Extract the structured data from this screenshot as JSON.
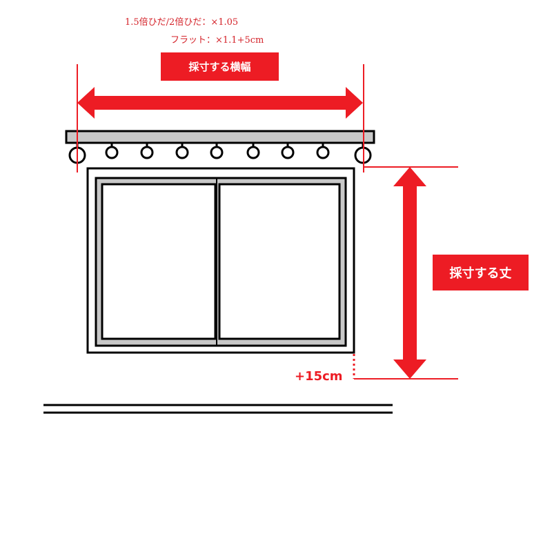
{
  "notes": {
    "fold_ratio": "1.5倍ひだ/2倍ひだ：×1.05",
    "flat_ratio": "フラット：×1.1+5cm"
  },
  "labels": {
    "width": "採寸する横幅",
    "height": "採寸する丈",
    "extra": "+15cm"
  },
  "colors": {
    "accent": "#ed1c24",
    "frame": "#000000",
    "frame_fill": "#c8c8c8"
  },
  "icons": {
    "width_arrow": "double-horizontal-arrow",
    "height_arrow": "double-vertical-arrow"
  }
}
